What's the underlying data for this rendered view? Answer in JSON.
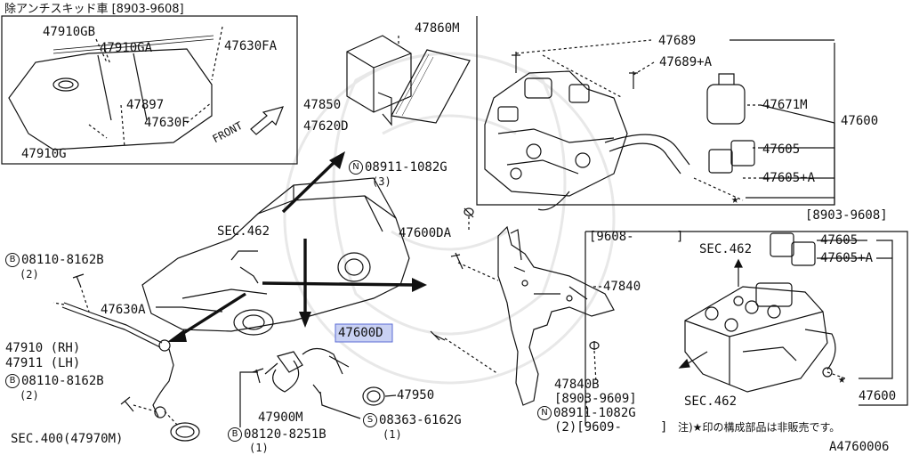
{
  "inset_top_left": {
    "header": "除アンチスキッド車 [8903-9608]",
    "labels": [
      "47910GB",
      "47910GA",
      "47630FA",
      "47897",
      "47630F",
      "47910G",
      "FRONT"
    ]
  },
  "module_parts": [
    "47860M",
    "47850",
    "47620D"
  ],
  "bolt_1": {
    "symbol": "N",
    "number": "08911-1082G",
    "qty": "(3)"
  },
  "inset_top_right": {
    "labels": [
      "47689",
      "47689+A",
      "47671M",
      "47600",
      "47605",
      "47605+A"
    ],
    "date": "[8903-9608]"
  },
  "inset_mid_right": {
    "date_open": "[9608-",
    "date_close": "]",
    "labels": [
      "47605",
      "47605+A",
      "47600"
    ],
    "sec_a": "SEC.462",
    "sec_b": "SEC.462"
  },
  "bracket": {
    "labels": [
      "47600DA",
      "47840",
      "47840B"
    ],
    "highlighted": "47600D",
    "date_a": "[8903-9609]",
    "bolt": {
      "symbol": "N",
      "number": "08911-1082G",
      "qty": "(2)",
      "date": "[9609-"
    },
    "date_b_close": "]"
  },
  "car": {
    "sec": "SEC.462"
  },
  "left_sensor": {
    "bolt_top": {
      "symbol": "B",
      "number": "08110-8162B",
      "qty": "(2)"
    },
    "label_a": "47630A",
    "rh": "47910 (RH)",
    "lh": "47911 (LH)",
    "bolt_bottom": {
      "symbol": "B",
      "number": "08110-8162B",
      "qty": "(2)"
    },
    "sec": "SEC.400(47970M)"
  },
  "rear_sensor": {
    "label": "47900M",
    "ring": "47950",
    "screw": {
      "symbol": "S",
      "number": "08363-6162G",
      "qty": "(1)"
    },
    "bolt": {
      "symbol": "B",
      "number": "08120-8251B",
      "qty": "(1)"
    }
  },
  "note": "注)★印の構成部品は非販売です。",
  "star": "★",
  "diagram_code": "A4760006"
}
